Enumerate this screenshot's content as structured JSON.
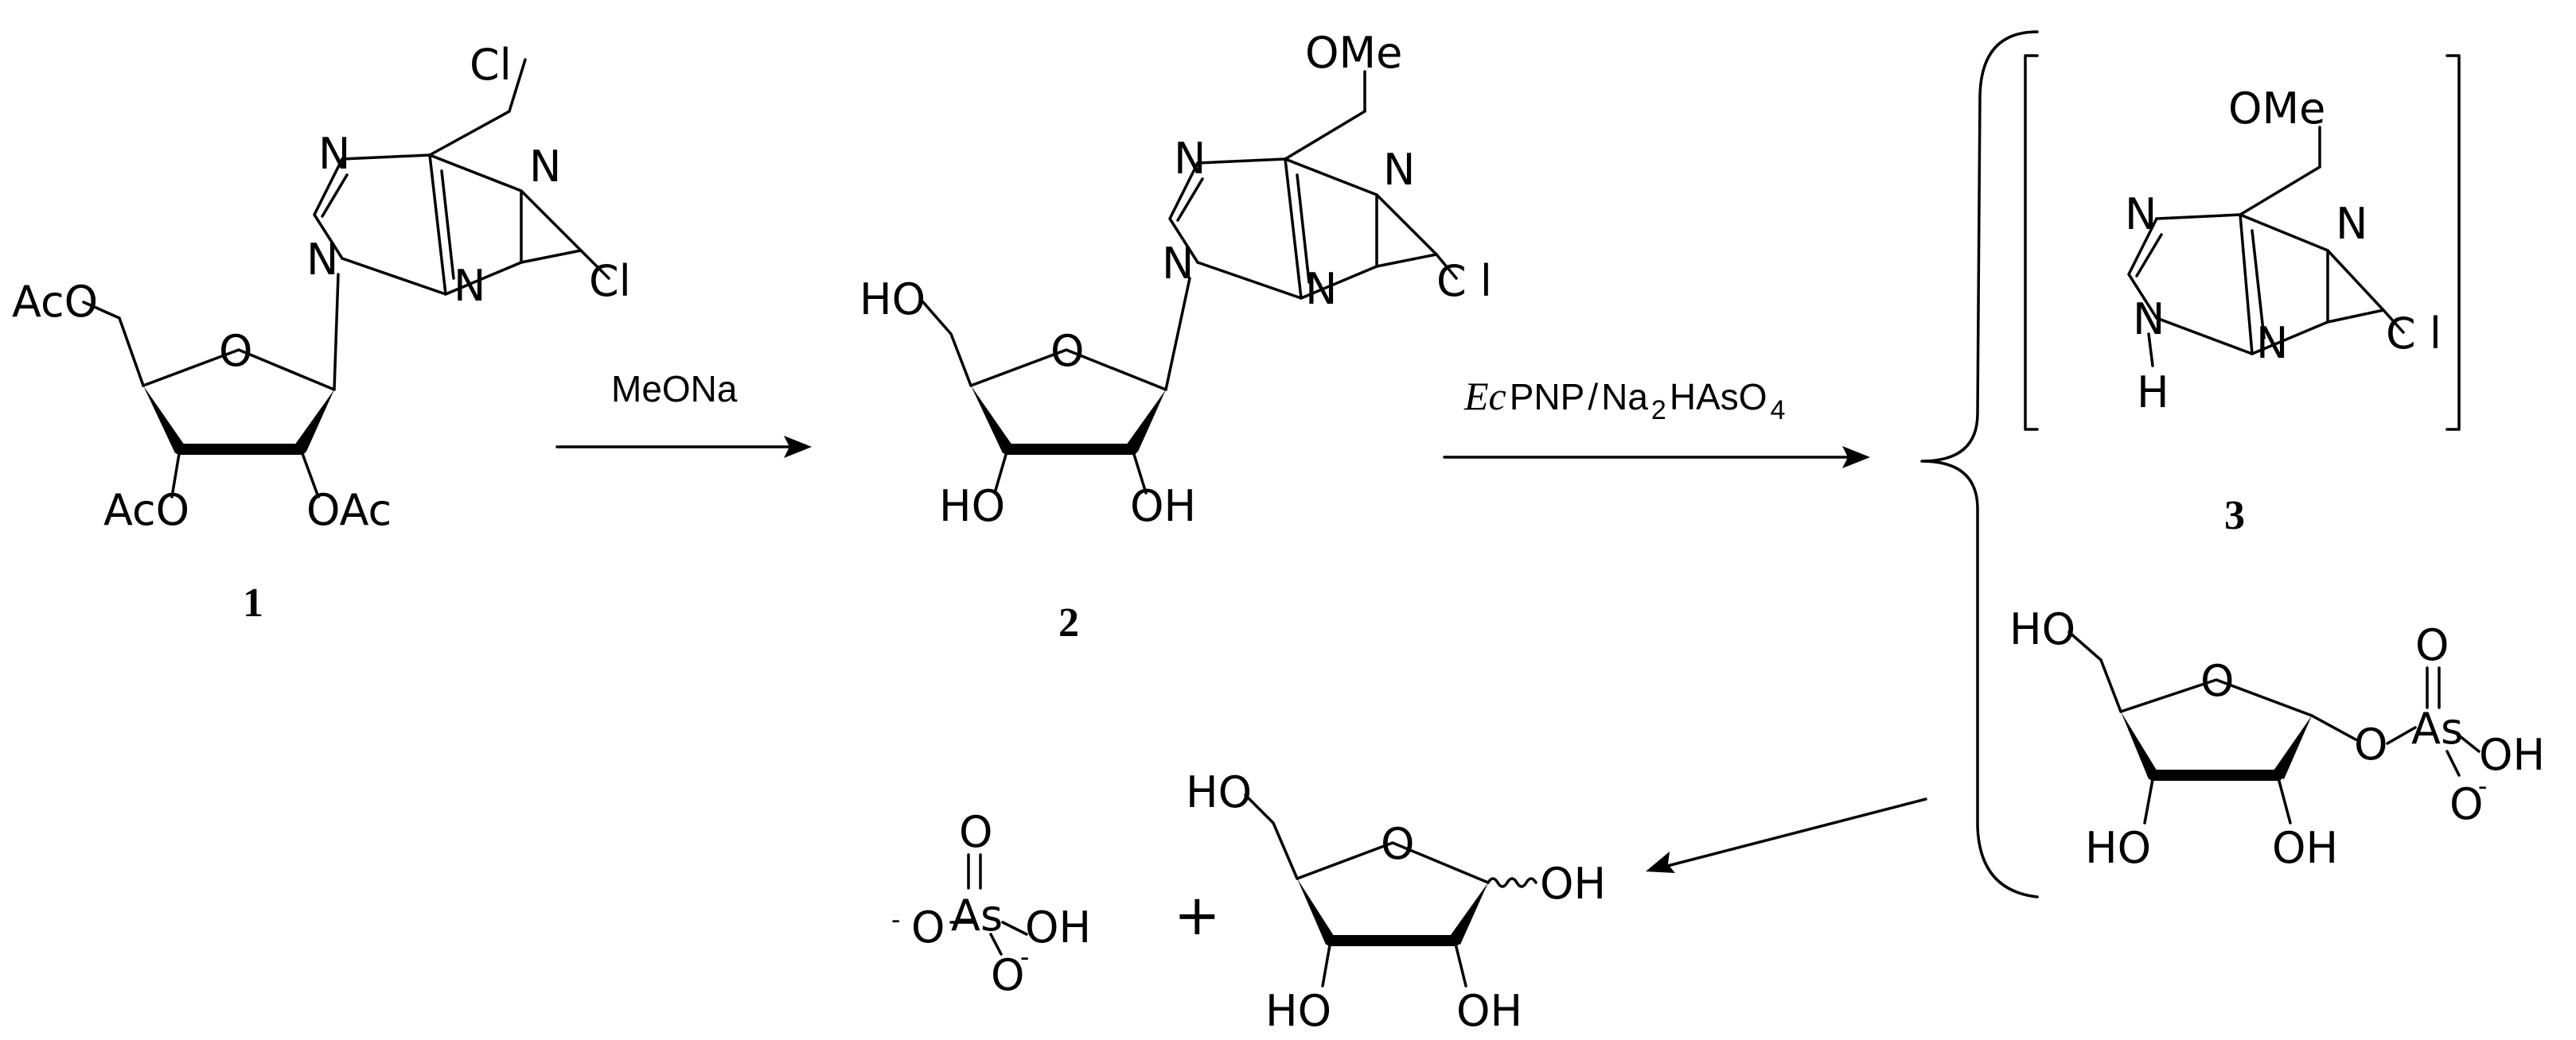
{
  "scheme": {
    "compounds": [
      {
        "number": "1"
      },
      {
        "number": "2"
      },
      {
        "number": "3"
      }
    ],
    "reagents": {
      "step1": "MeONa",
      "step2_enzyme": "Ec",
      "step2_enzyme_rest": "PNP",
      "step2_slash": "/",
      "step2_salt_a": "Na",
      "step2_sub_a": "2",
      "step2_salt_b": "HAsO",
      "step2_sub_b": "4"
    },
    "plus_sign": "+",
    "atoms": {
      "cl": "Cl",
      "cl_spaced": "C l",
      "n": "N",
      "o": "O",
      "h": "H",
      "ome": "OMe",
      "aco": "AcO",
      "oac": "OAc",
      "ho": "HO",
      "oh": "OH",
      "as": "As",
      "minus": "-"
    }
  }
}
